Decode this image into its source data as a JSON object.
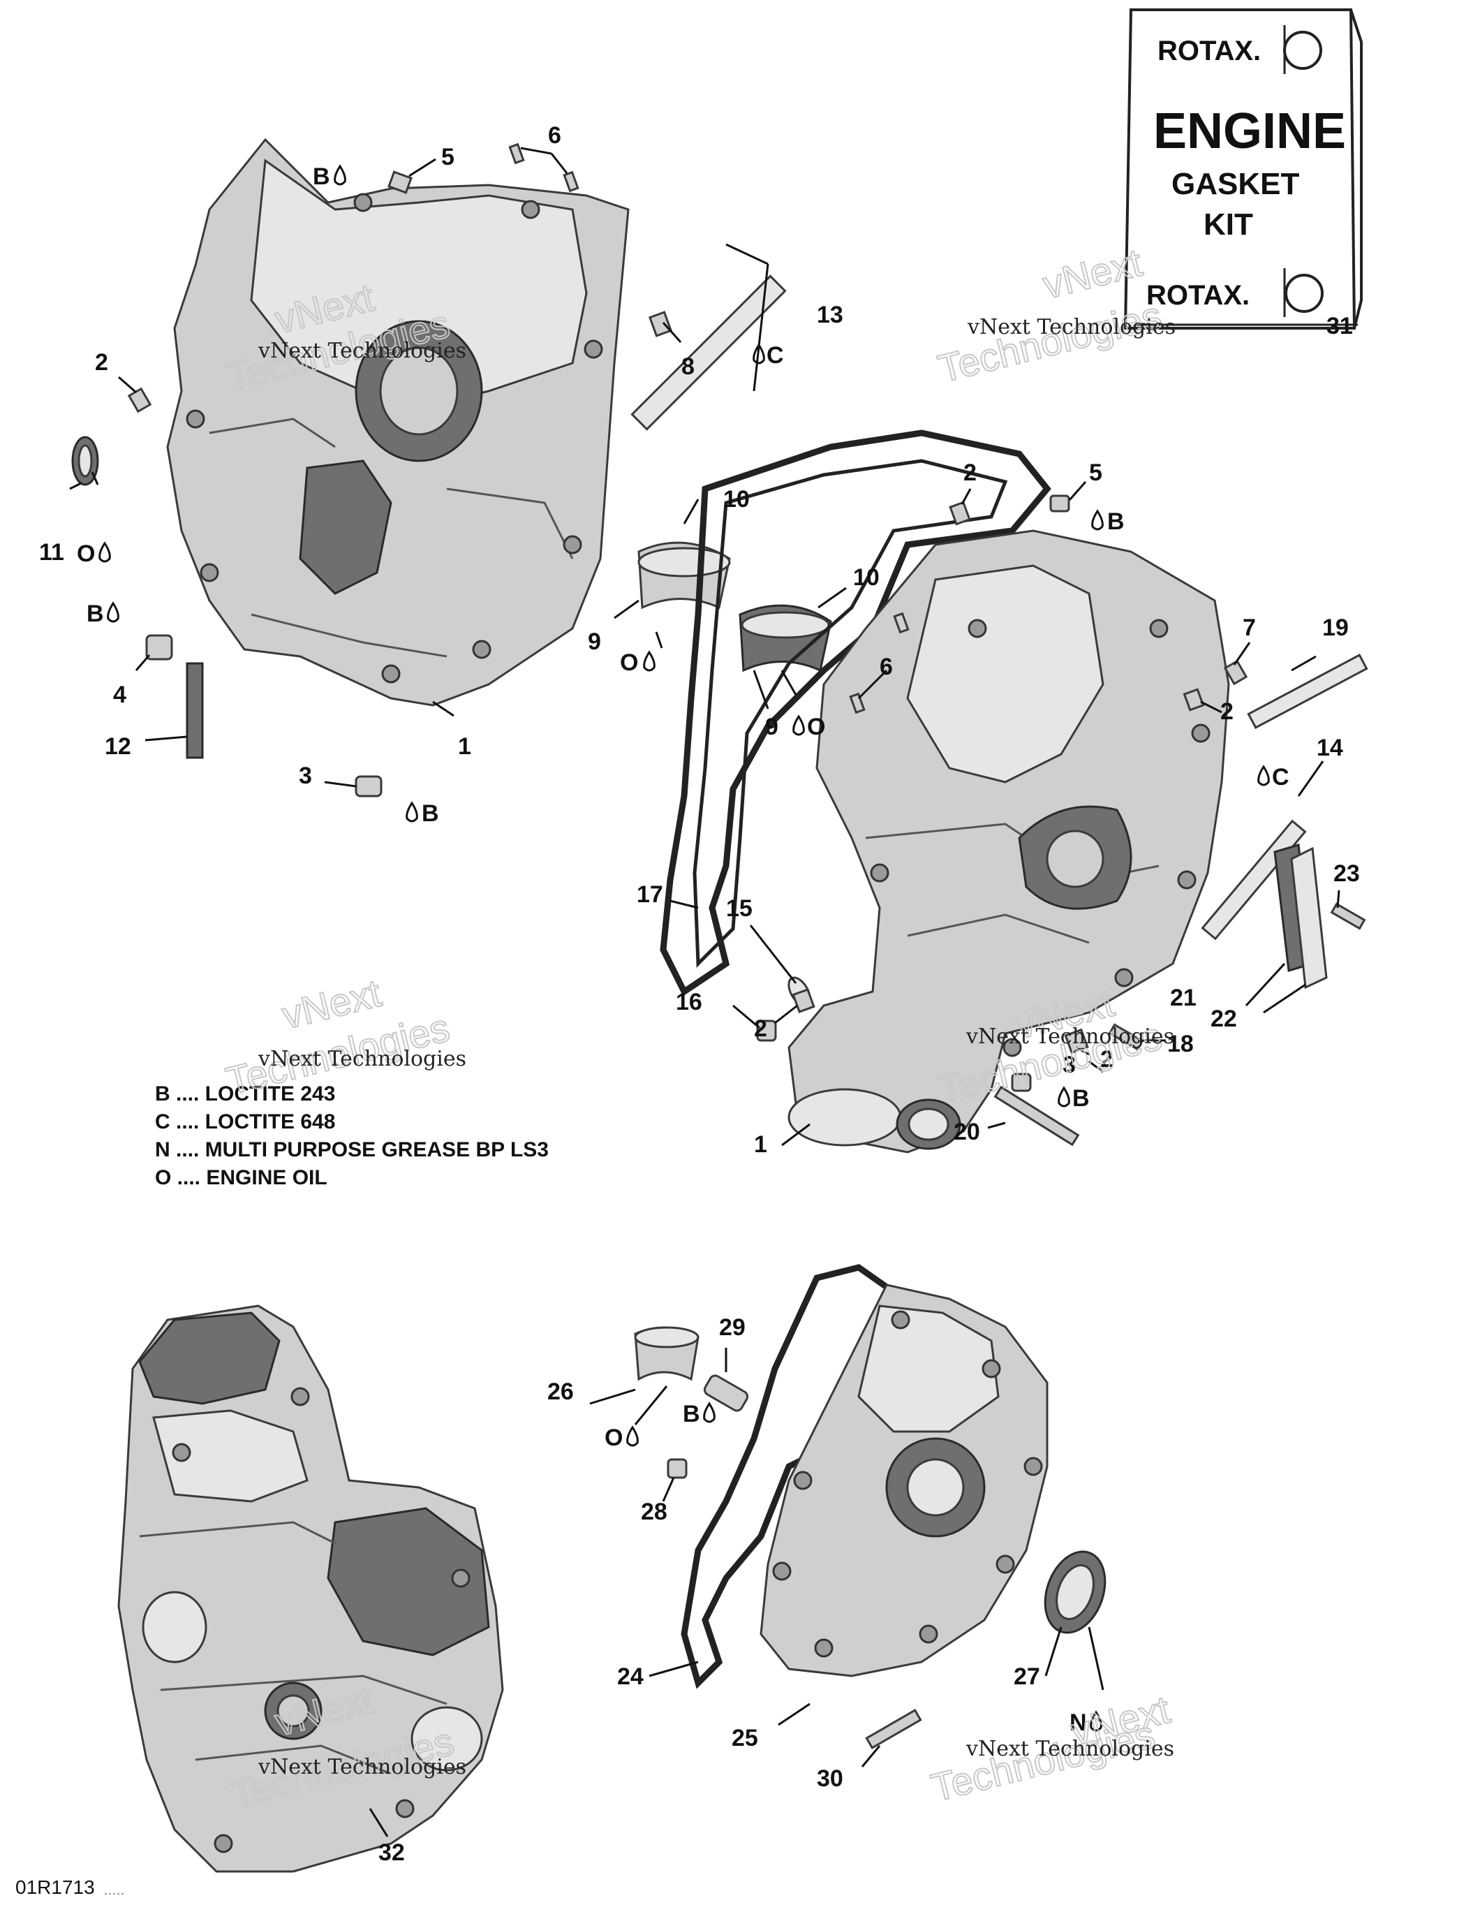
{
  "callouts": [
    {
      "id": "c-6-top",
      "text": "6"
    },
    {
      "id": "c-5-top",
      "text": "5"
    },
    {
      "id": "c-13",
      "text": "13"
    },
    {
      "id": "c-8",
      "text": "8"
    },
    {
      "id": "c-2-left",
      "text": "2"
    },
    {
      "id": "c-11",
      "text": "11"
    },
    {
      "id": "c-4",
      "text": "4"
    },
    {
      "id": "c-12",
      "text": "12"
    },
    {
      "id": "c-1-left",
      "text": "1"
    },
    {
      "id": "c-3-left",
      "text": "3"
    },
    {
      "id": "c-10-a",
      "text": "10"
    },
    {
      "id": "c-10-b",
      "text": "10"
    },
    {
      "id": "c-9-a",
      "text": "9"
    },
    {
      "id": "c-9-b",
      "text": "9"
    },
    {
      "id": "c-6-mid",
      "text": "6"
    },
    {
      "id": "c-2-mid",
      "text": "2"
    },
    {
      "id": "c-5-mid",
      "text": "5"
    },
    {
      "id": "c-7",
      "text": "7"
    },
    {
      "id": "c-19",
      "text": "19"
    },
    {
      "id": "c-2-right",
      "text": "2"
    },
    {
      "id": "c-14",
      "text": "14"
    },
    {
      "id": "c-23",
      "text": "23"
    },
    {
      "id": "c-17",
      "text": "17"
    },
    {
      "id": "c-15",
      "text": "15"
    },
    {
      "id": "c-16",
      "text": "16"
    },
    {
      "id": "c-2-low",
      "text": "2"
    },
    {
      "id": "c-21",
      "text": "21"
    },
    {
      "id": "c-22",
      "text": "22"
    },
    {
      "id": "c-18",
      "text": "18"
    },
    {
      "id": "c-3-right",
      "text": "3"
    },
    {
      "id": "c-2-low2",
      "text": "2"
    },
    {
      "id": "c-1-right",
      "text": "1"
    },
    {
      "id": "c-20",
      "text": "20"
    },
    {
      "id": "c-31",
      "text": "31"
    },
    {
      "id": "c-29",
      "text": "29"
    },
    {
      "id": "c-26",
      "text": "26"
    },
    {
      "id": "c-28",
      "text": "28"
    },
    {
      "id": "c-24",
      "text": "24"
    },
    {
      "id": "c-25",
      "text": "25"
    },
    {
      "id": "c-27",
      "text": "27"
    },
    {
      "id": "c-30",
      "text": "30"
    },
    {
      "id": "c-32",
      "text": "32"
    }
  ],
  "codes": [
    {
      "id": "k-b-5",
      "text": "B"
    },
    {
      "id": "k-c-13",
      "text": "C"
    },
    {
      "id": "k-o-11",
      "text": "O"
    },
    {
      "id": "k-b-4",
      "text": "B"
    },
    {
      "id": "k-b-3",
      "text": "B"
    },
    {
      "id": "k-o-9a",
      "text": "O"
    },
    {
      "id": "k-o-9b",
      "text": "O"
    },
    {
      "id": "k-b-5mid",
      "text": "B"
    },
    {
      "id": "k-c-14",
      "text": "C"
    },
    {
      "id": "k-b-20",
      "text": "B"
    },
    {
      "id": "k-b-29",
      "text": "B"
    },
    {
      "id": "k-o-26",
      "text": "O"
    },
    {
      "id": "k-n-27",
      "text": "N"
    }
  ],
  "legend": [
    "B .... LOCTITE 243",
    "C .... LOCTITE 648",
    "N .... MULTI PURPOSE GREASE BP LS3",
    "O .... ENGINE OIL"
  ],
  "kit": {
    "brand_top": "ROTAX.",
    "title": "ENGINE",
    "line2": "GASKET",
    "line3": "KIT",
    "brand_bottom": "ROTAX."
  },
  "watermark": {
    "label": "vNext Technologies",
    "big1": "vNext",
    "big2": "Technologies"
  },
  "reference": "01R1713"
}
